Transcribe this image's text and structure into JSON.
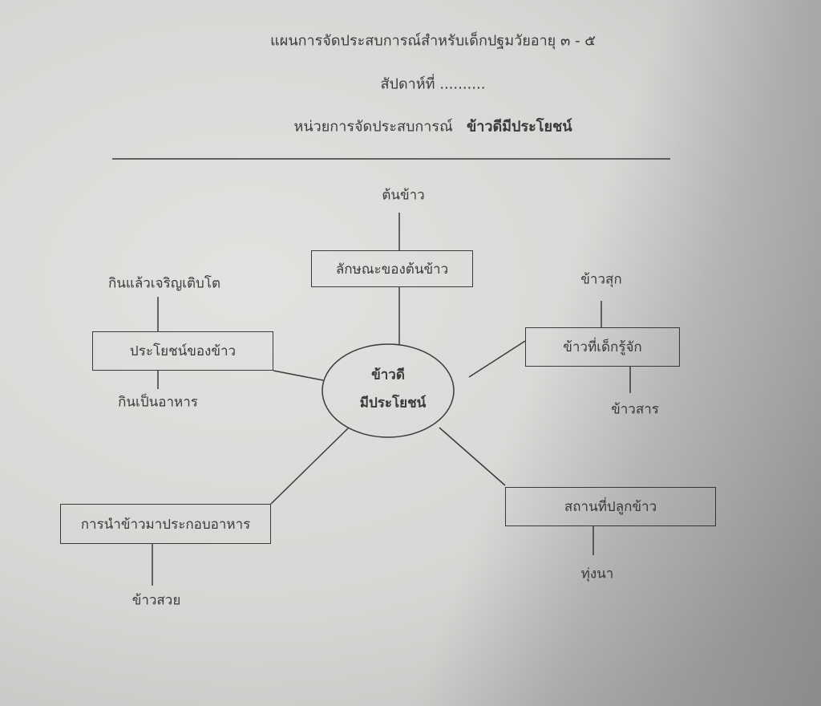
{
  "header": {
    "title": "แผนการจัดประสบการณ์สำหรับเด็กปฐมวัยอายุ ๓ - ๕",
    "week_label": "สัปดาห์ที่ ..........",
    "unit_label": "หน่วยการจัดประสบการณ์",
    "unit_name": "ข้าวดีมีประโยชน์"
  },
  "center": {
    "line1": "ข้าวดี",
    "line2": "มีประโยชน์"
  },
  "branches": [
    {
      "box": "ลักษณะของต้นข้าว",
      "leaves": [
        "ต้นข้าว"
      ]
    },
    {
      "box": "ประโยชน์ของข้าว",
      "leaves": [
        "กินแล้วเจริญเติบโต",
        "กินเป็นอาหาร"
      ]
    },
    {
      "box": "ข้าวที่เด็กรู้จัก",
      "leaves": [
        "ข้าวสุก",
        "ข้าวสาร"
      ]
    },
    {
      "box": "การนำข้าวมาประกอบอาหาร",
      "leaves": [
        "ข้าวสวย"
      ]
    },
    {
      "box": "สถานที่ปลูกข้าว",
      "leaves": [
        "ทุ่งนา"
      ]
    }
  ]
}
